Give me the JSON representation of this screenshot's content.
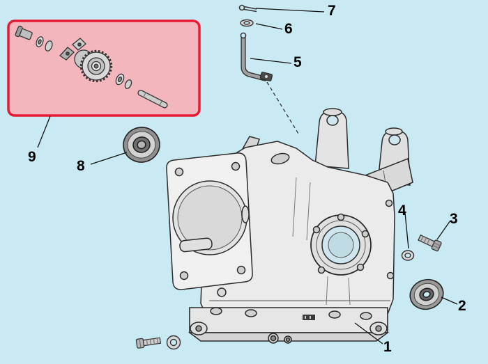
{
  "diagram": {
    "kind": "exploded parts diagram"
  },
  "colors": {
    "background": "#c9eaf2",
    "highlight_border": "#e71c34",
    "highlight_fill": "#f3b6bd",
    "line": "#222222"
  },
  "callouts": [
    {
      "label": "1"
    },
    {
      "label": "2"
    },
    {
      "label": "3"
    },
    {
      "label": "4"
    },
    {
      "label": "5"
    },
    {
      "label": "6"
    },
    {
      "label": "7"
    },
    {
      "label": "8"
    },
    {
      "label": "9"
    }
  ]
}
